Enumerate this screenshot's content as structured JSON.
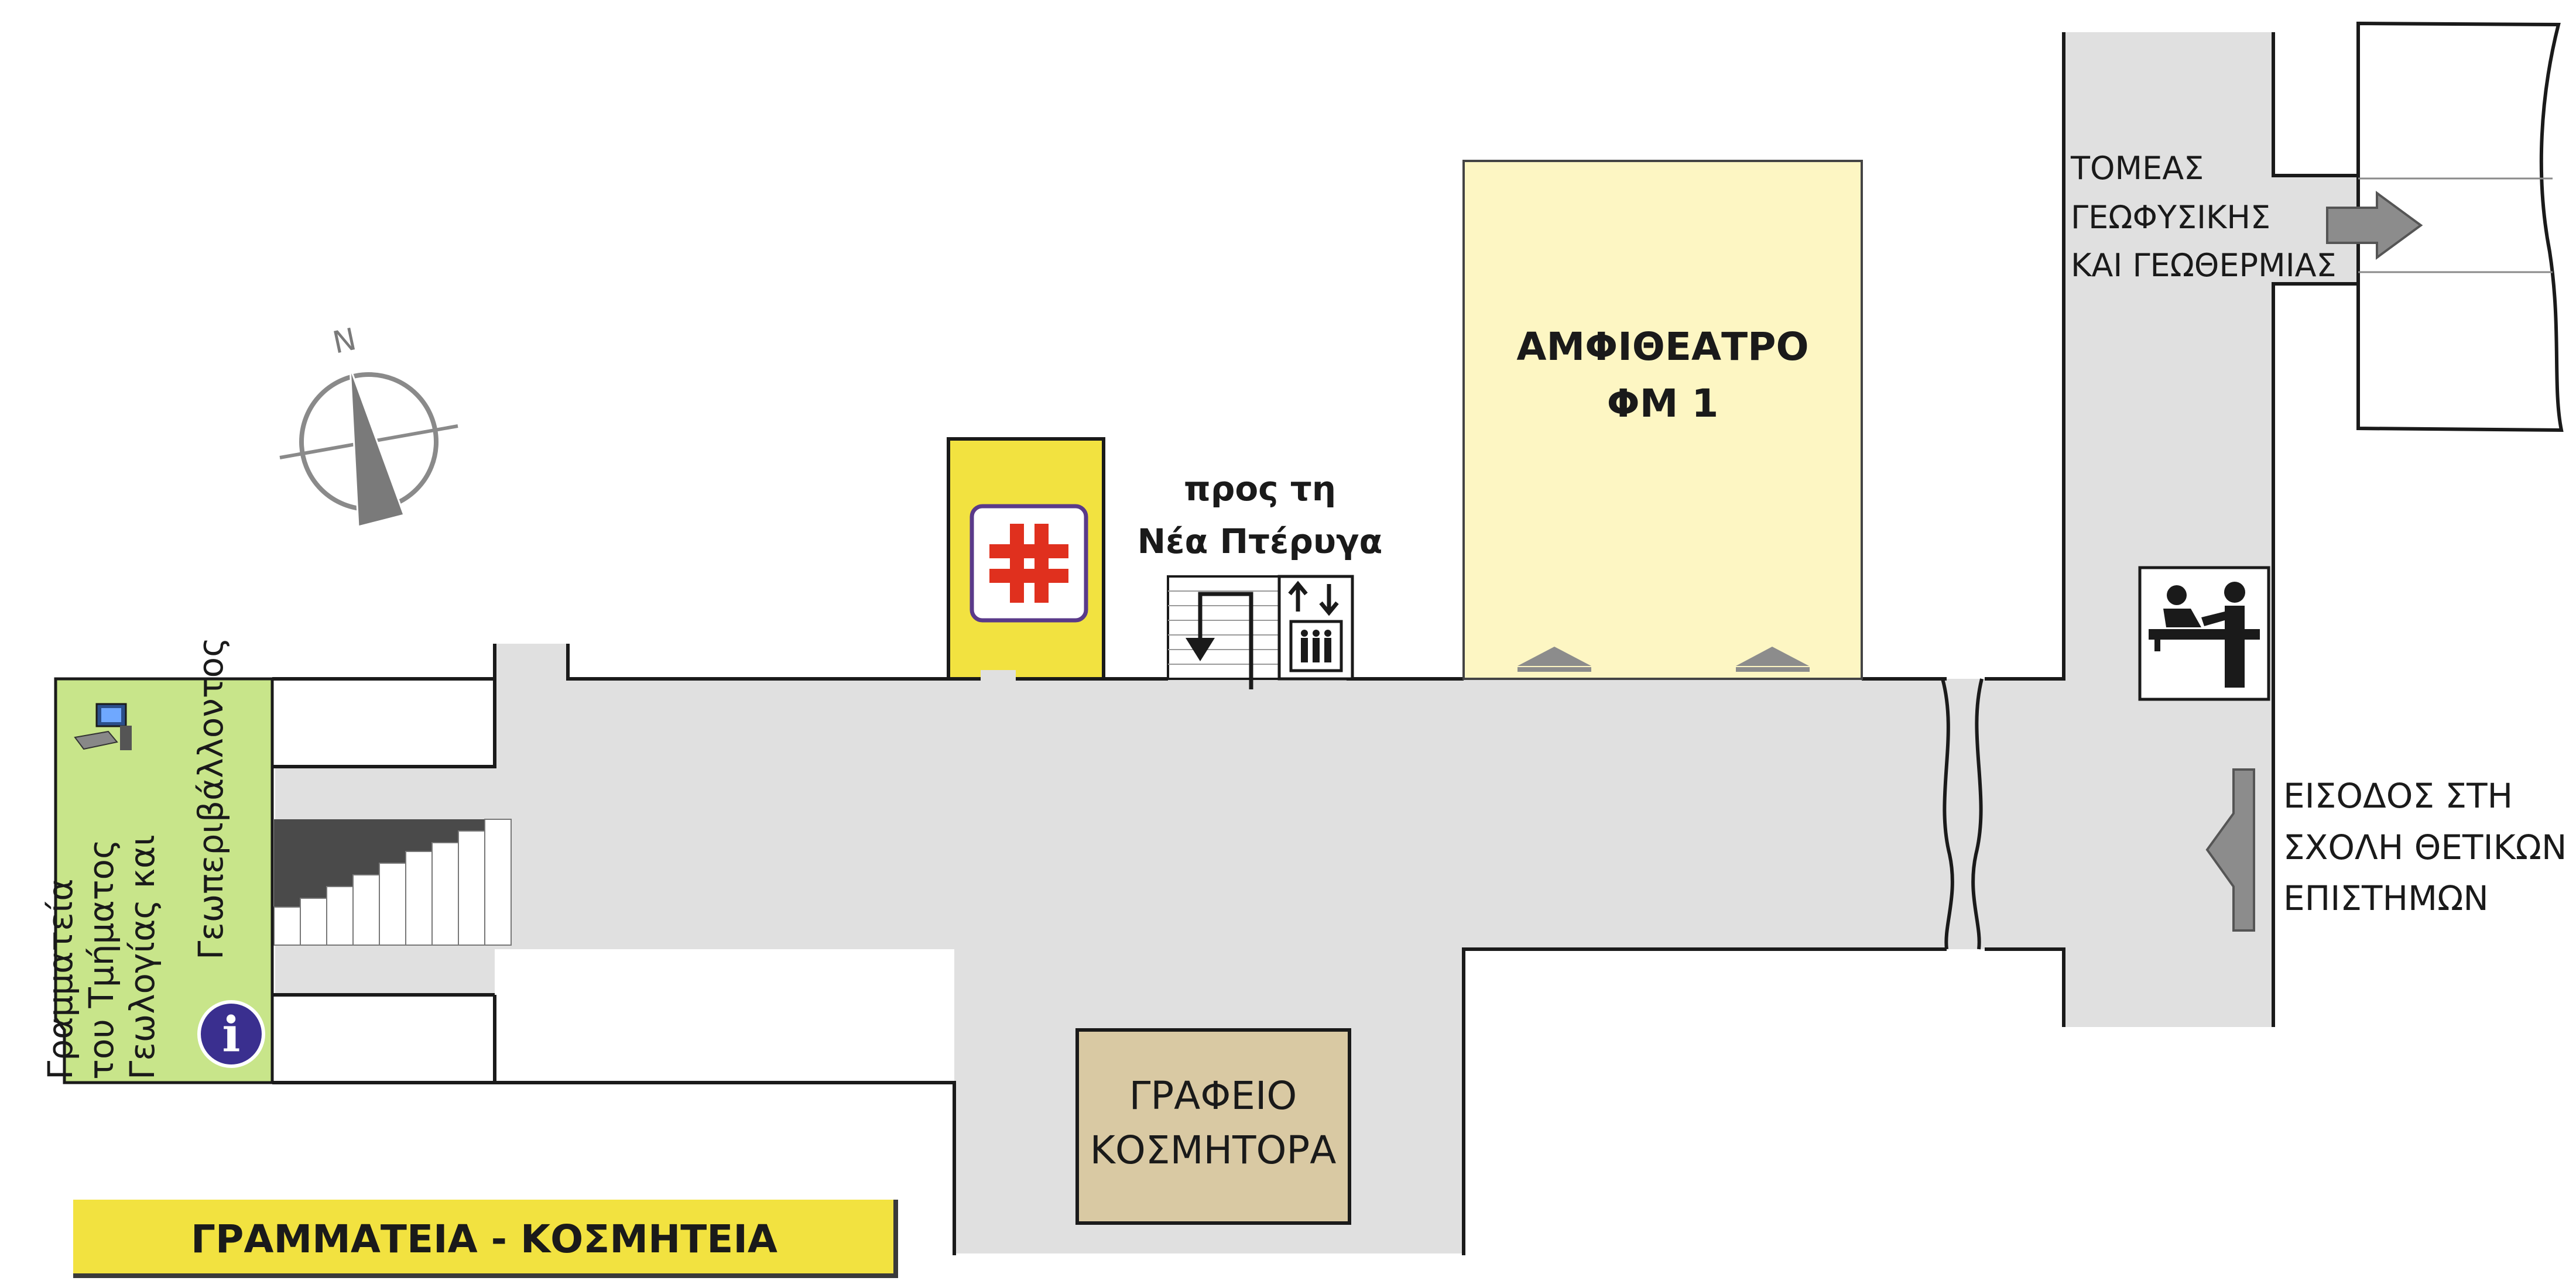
{
  "labels": {
    "amphitheatre_line1": "ΑΜΦΙΘΕΑΤΡΟ",
    "amphitheatre_line2": "ΦΜ 1",
    "new_wing_line1": "προς τη",
    "new_wing_line2": "Νέα Πτέρυγα",
    "geophysics_line1": "ΤΟΜΕΑΣ",
    "geophysics_line2": "ΓΕΩΦΥΣΙΚΗΣ",
    "geophysics_line3": "ΚΑΙ ΓΕΩΘΕΡΜΙΑΣ",
    "entrance_line1": "ΕΙΣΟΔΟΣ ΣΤΗ",
    "entrance_line2": "ΣΧΟΛΗ ΘΕΤΙΚΩΝ",
    "entrance_line3": "ΕΠΙΣΤΗΜΩΝ",
    "deans_office_line1": "ΓΡΑΦΕΙΟ",
    "deans_office_line2": "ΚΟΣΜΗΤΟΡΑ",
    "secretariat_line1": "Γραμματεία",
    "secretariat_line2": "του Τμήματος",
    "secretariat_line3": "Γεωλογίας και",
    "secretariat_line4": "Γεωπεριβάλλοντος",
    "compass_north": "N",
    "info_symbol": "i",
    "banner": "ΓΡΑΜΜΑΤΕΙΑ - ΚΟΣΜΗΤΕΙΑ"
  },
  "colors": {
    "corridor": "#e0e0e0",
    "wall": "#1a1a1a",
    "amphitheatre": "#fdf6c3",
    "first_aid": "#f2e240",
    "first_aid_cross": "#e0301e",
    "first_aid_frame": "#5a3a8a",
    "deans_office": "#d9c9a3",
    "secretariat": "#c8e58a",
    "banner": "#f2e240",
    "arrow": "#8c8c8c",
    "info_badge": "#3a2f8f"
  },
  "icons": {
    "compass": "compass-icon",
    "first_aid": "first-aid-icon",
    "stairs_down": "stairs-down-icon",
    "elevator": "elevator-icon",
    "reception": "reception-desk-icon",
    "computer": "computer-icon",
    "info": "info-icon",
    "arrow_right": "arrow-right-icon",
    "arrow_left": "arrow-left-icon"
  }
}
